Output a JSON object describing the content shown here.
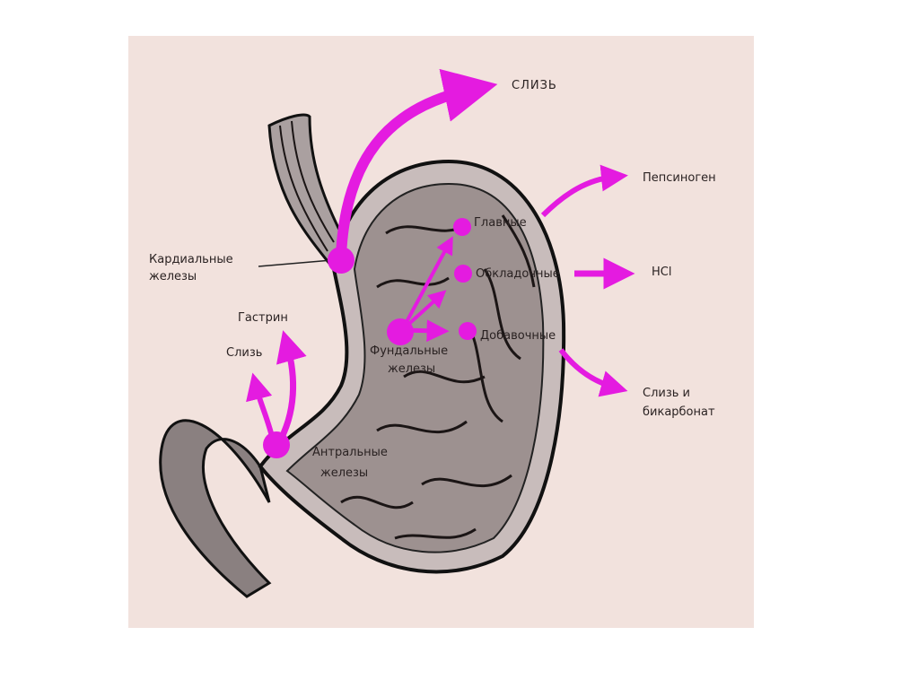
{
  "colors": {
    "background": "#f2e2dd",
    "accent": "#e41be0",
    "ink": "#1e1a1a"
  },
  "labels": {
    "mucus_top": "СЛИЗЬ",
    "cardiac_glands": [
      "Кардиальные",
      "железы"
    ],
    "gastrin": "Гастрин",
    "mucus_left": "Слизь",
    "fundic_glands": [
      "Фундальные",
      "железы"
    ],
    "antral_glands": [
      "Антральные",
      "железы"
    ],
    "chief_cells": "Главные",
    "parietal_cells": "Обкладочные",
    "accessory_cells": "Добавочные",
    "pepsinogen": "Пепсиноген",
    "hcl": "HCl",
    "mucus_bicarbonate": [
      "Слизь и",
      "бикарбонат"
    ]
  }
}
